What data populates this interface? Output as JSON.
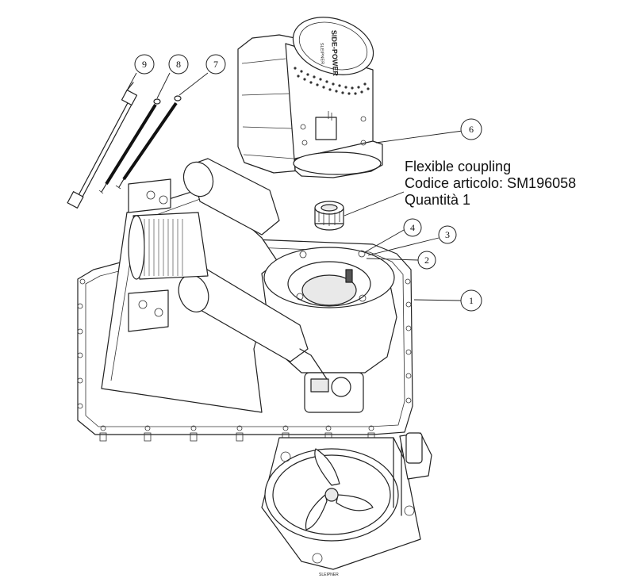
{
  "annotation": {
    "line1": "Flexible coupling",
    "line2": "Codice articolo: SM196058",
    "line3": "Quantità 1"
  },
  "balloons": [
    {
      "id": "b1",
      "label": "1"
    },
    {
      "id": "b2",
      "label": "2"
    },
    {
      "id": "b3",
      "label": "3"
    },
    {
      "id": "b4",
      "label": "4"
    },
    {
      "id": "b6",
      "label": "6"
    },
    {
      "id": "b7",
      "label": "7"
    },
    {
      "id": "b8",
      "label": "8"
    },
    {
      "id": "b9",
      "label": "9"
    }
  ],
  "motor_cap_text": {
    "brand": "SLEIPNER",
    "product": "SIDE-POWER"
  },
  "tunnel_plate_text": {
    "brand": "SLEIPNER"
  }
}
